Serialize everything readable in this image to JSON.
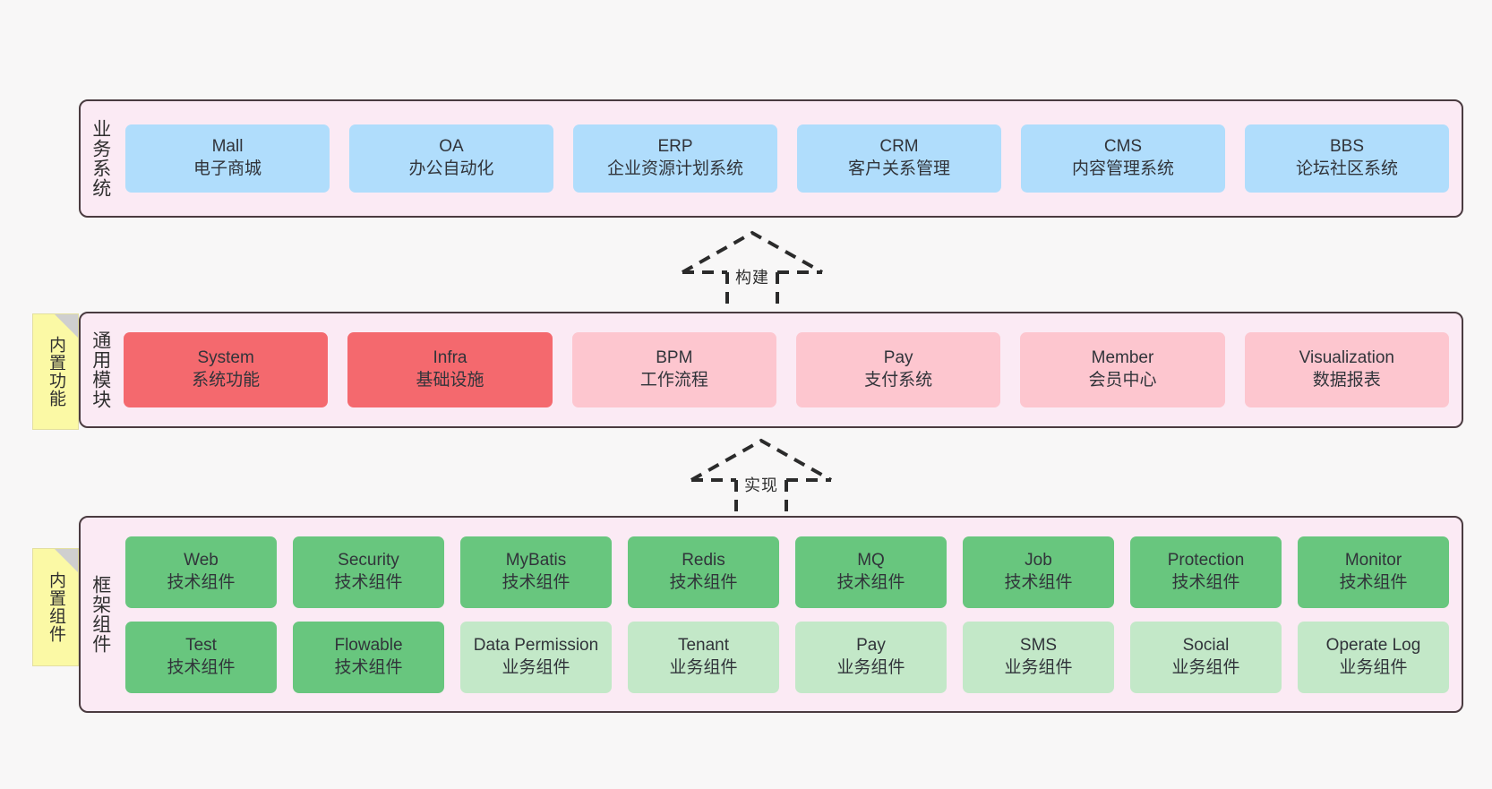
{
  "diagram": {
    "background": "#f8f7f7",
    "palette": {
      "band_fill": "#fbeaf4",
      "band_border": "#4a3b40",
      "blue": "#b0ddfc",
      "red": "#f4696e",
      "pink": "#fdc6cf",
      "green": "#68c67e",
      "light_green": "#c3e8c8",
      "note_yellow": "#fbf9a5",
      "note_fold": "#cfcfcf",
      "text": "#31343a"
    }
  },
  "layers": [
    {
      "id": "business-system",
      "title": "业务系统",
      "rows": [
        {
          "cards": [
            {
              "en": "Mall",
              "cn": "电子商城",
              "style": "blue"
            },
            {
              "en": "OA",
              "cn": "办公自动化",
              "style": "blue"
            },
            {
              "en": "ERP",
              "cn": "企业资源计划系统",
              "style": "blue"
            },
            {
              "en": "CRM",
              "cn": "客户关系管理",
              "style": "blue"
            },
            {
              "en": "CMS",
              "cn": "内容管理系统",
              "style": "blue"
            },
            {
              "en": "BBS",
              "cn": "论坛社区系统",
              "style": "blue"
            }
          ]
        }
      ]
    },
    {
      "id": "common-module",
      "title": "通用模块",
      "rows": [
        {
          "cards": [
            {
              "en": "System",
              "cn": "系统功能",
              "style": "red"
            },
            {
              "en": "Infra",
              "cn": "基础设施",
              "style": "red"
            },
            {
              "en": "BPM",
              "cn": "工作流程",
              "style": "pink"
            },
            {
              "en": "Pay",
              "cn": "支付系统",
              "style": "pink"
            },
            {
              "en": "Member",
              "cn": "会员中心",
              "style": "pink"
            },
            {
              "en": "Visualization",
              "cn": "数据报表",
              "style": "pink"
            }
          ]
        }
      ]
    },
    {
      "id": "framework-component",
      "title": "框架组件",
      "rows": [
        {
          "cards": [
            {
              "en": "Web",
              "cn": "技术组件",
              "style": "green"
            },
            {
              "en": "Security",
              "cn": "技术组件",
              "style": "green"
            },
            {
              "en": "MyBatis",
              "cn": "技术组件",
              "style": "green"
            },
            {
              "en": "Redis",
              "cn": "技术组件",
              "style": "green"
            },
            {
              "en": "MQ",
              "cn": "技术组件",
              "style": "green"
            },
            {
              "en": "Job",
              "cn": "技术组件",
              "style": "green"
            },
            {
              "en": "Protection",
              "cn": "技术组件",
              "style": "green"
            },
            {
              "en": "Monitor",
              "cn": "技术组件",
              "style": "green"
            }
          ]
        },
        {
          "cards": [
            {
              "en": "Test",
              "cn": "技术组件",
              "style": "green"
            },
            {
              "en": "Flowable",
              "cn": "技术组件",
              "style": "green"
            },
            {
              "en": "Data Permission",
              "cn": "业务组件",
              "style": "lightgreen"
            },
            {
              "en": "Tenant",
              "cn": "业务组件",
              "style": "lightgreen"
            },
            {
              "en": "Pay",
              "cn": "业务组件",
              "style": "lightgreen"
            },
            {
              "en": "SMS",
              "cn": "业务组件",
              "style": "lightgreen"
            },
            {
              "en": "Social",
              "cn": "业务组件",
              "style": "lightgreen"
            },
            {
              "en": "Operate Log",
              "cn": "业务组件",
              "style": "lightgreen"
            }
          ]
        }
      ]
    }
  ],
  "notes": [
    {
      "id": "builtin-features",
      "text": "内置功能"
    },
    {
      "id": "builtin-components",
      "text": "内置组件"
    }
  ],
  "arrows": [
    {
      "id": "build",
      "label": "构建"
    },
    {
      "id": "implement",
      "label": "实现"
    }
  ]
}
